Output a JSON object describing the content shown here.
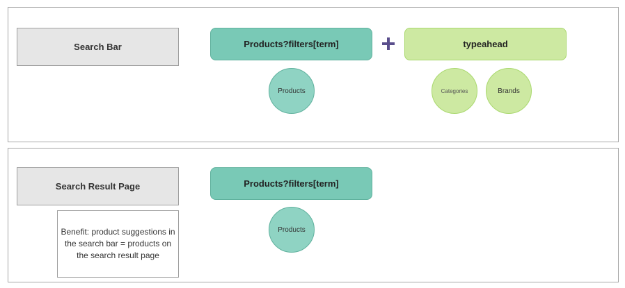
{
  "search_bar": {
    "label": "Search Bar",
    "endpoint": "Products?filters[term]",
    "endpoint_item": "Products",
    "typeahead": "typeahead",
    "typeahead_items": [
      "Categories",
      "Brands"
    ],
    "operator": "+"
  },
  "search_result": {
    "label": "Search Result Page",
    "endpoint": "Products?filters[term]",
    "endpoint_item": "Products",
    "note": "Benefit: product suggestions in the search bar = products on the search result page"
  },
  "colors": {
    "teal_fill": "#79c9b6",
    "teal_circle": "#8fd3c3",
    "green_fill": "#cde9a2",
    "plus": "#5a4e8c"
  }
}
